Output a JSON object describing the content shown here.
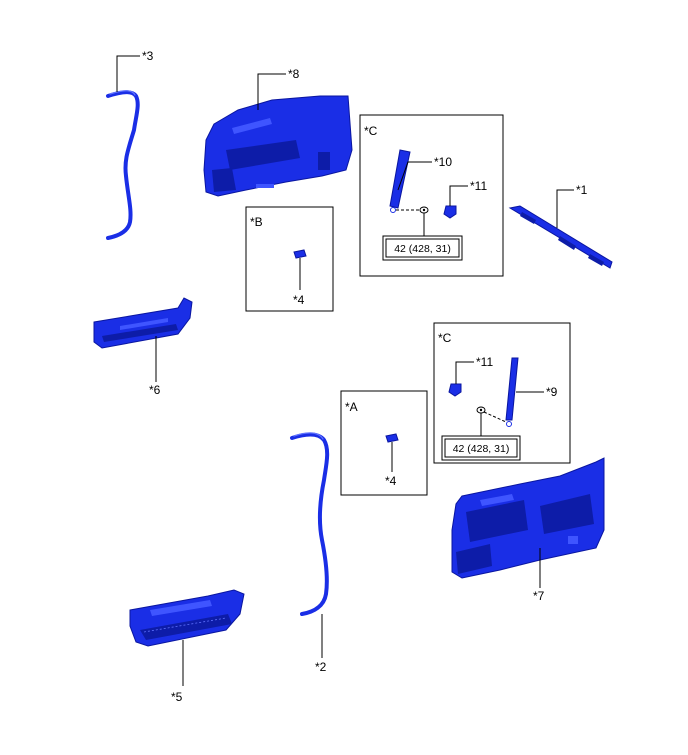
{
  "callouts": {
    "p1": "*1",
    "p2": "*2",
    "p3": "*3",
    "p4a": "*4",
    "p4b": "*4",
    "p5": "*5",
    "p6": "*6",
    "p7": "*7",
    "p8": "*8",
    "p9": "*9",
    "p10": "*10",
    "p11a": "*11",
    "p11b": "*11"
  },
  "boxes": {
    "a_label": "*A",
    "b_label": "*B",
    "c_upper_label": "*C",
    "c_lower_label": "*C"
  },
  "torque": {
    "upper": "42 (428, 31)",
    "lower": "42 (428, 31)"
  },
  "colors": {
    "part_blue": "#1a2ee6",
    "part_dark": "#0d1ca8"
  }
}
